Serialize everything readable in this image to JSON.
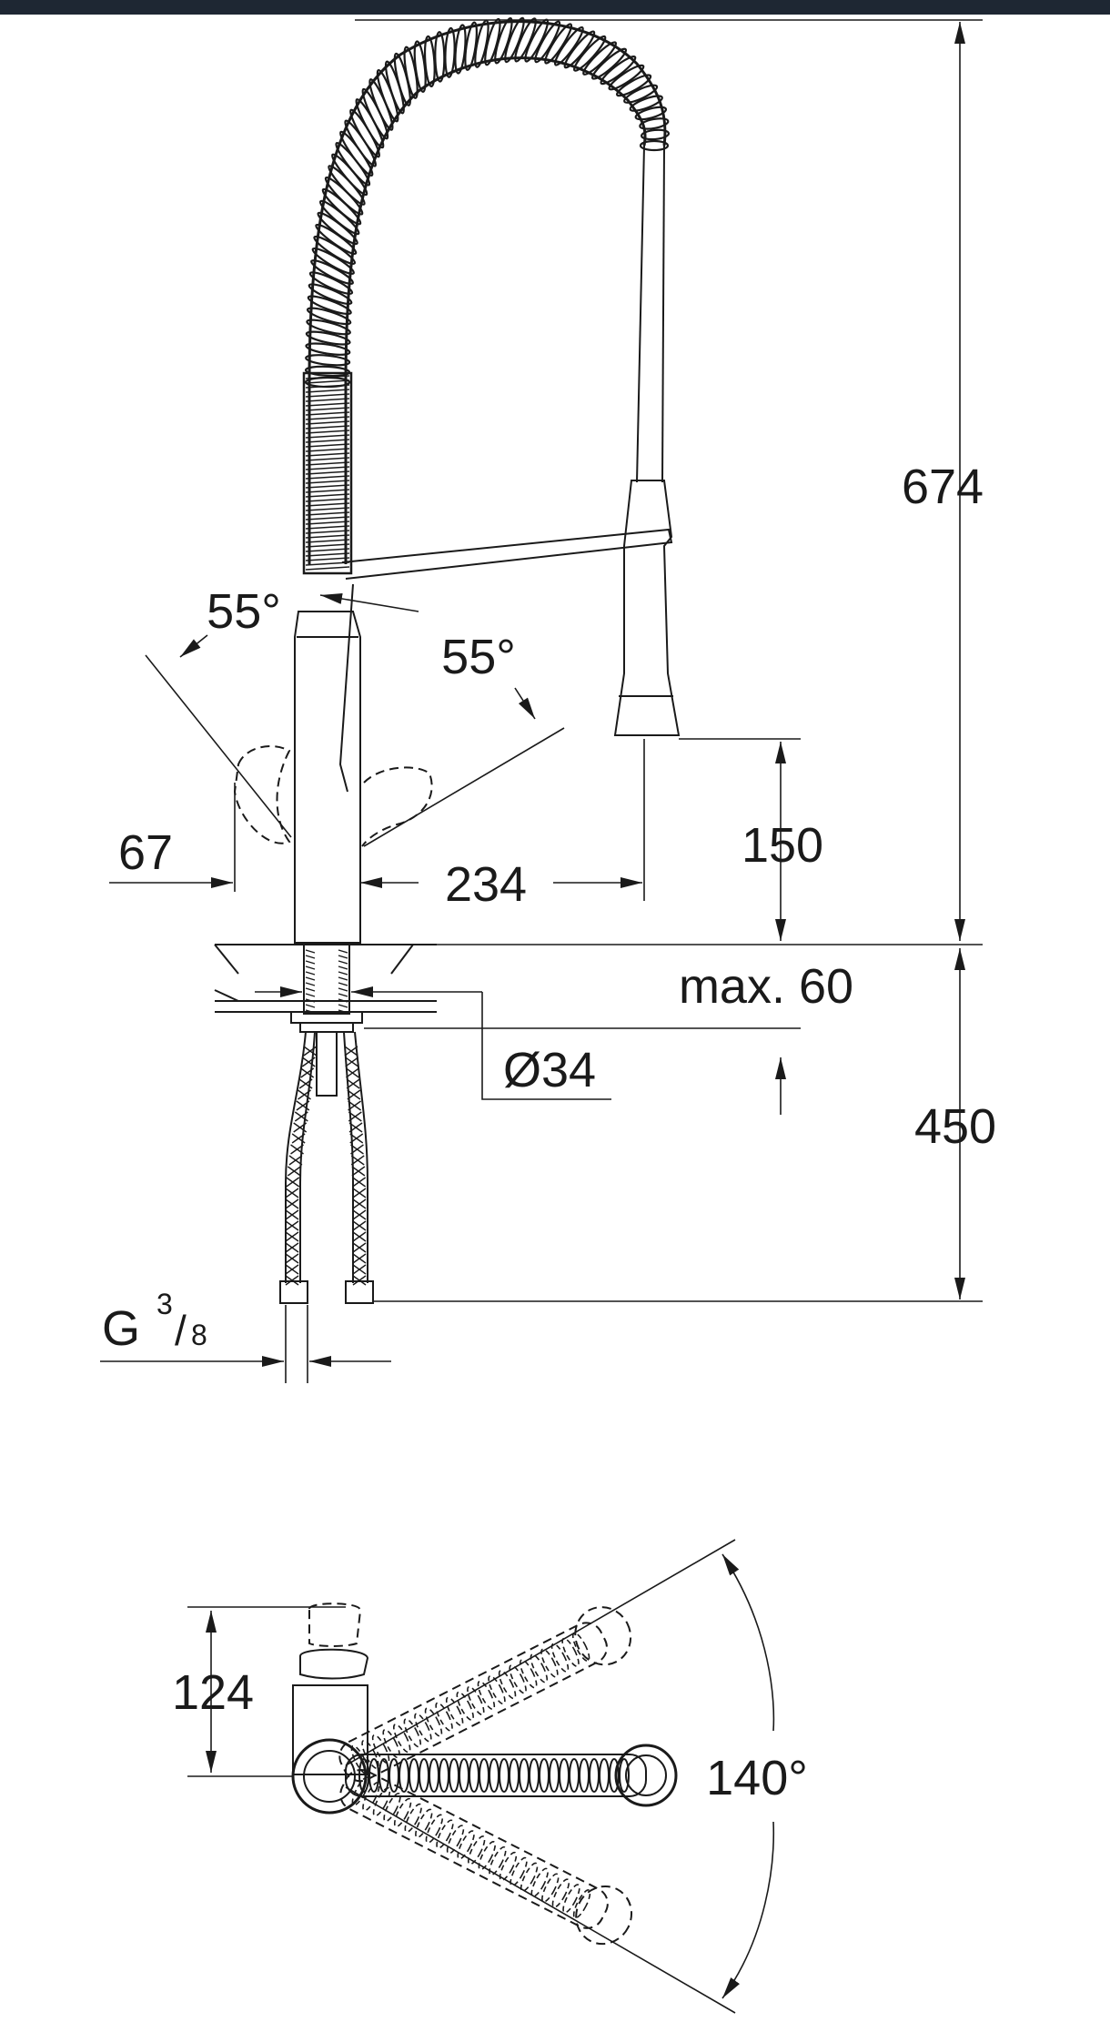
{
  "diagram": {
    "colors": {
      "line": "#1a1a1a",
      "background": "#ffffff",
      "topbar": "#1e2733"
    },
    "dimensions": {
      "total_height": "674",
      "spout_clearance": "150",
      "below_deck": "450",
      "max_deck": "max. 60",
      "hole_diameter": "Ø34",
      "reach": "234",
      "handle_offset": "67",
      "lever_angle_left": "55°",
      "lever_angle_right": "55°",
      "thread_main": "G",
      "thread_num": "3",
      "thread_den": "8",
      "top_depth": "124",
      "swivel_angle": "140°"
    }
  }
}
